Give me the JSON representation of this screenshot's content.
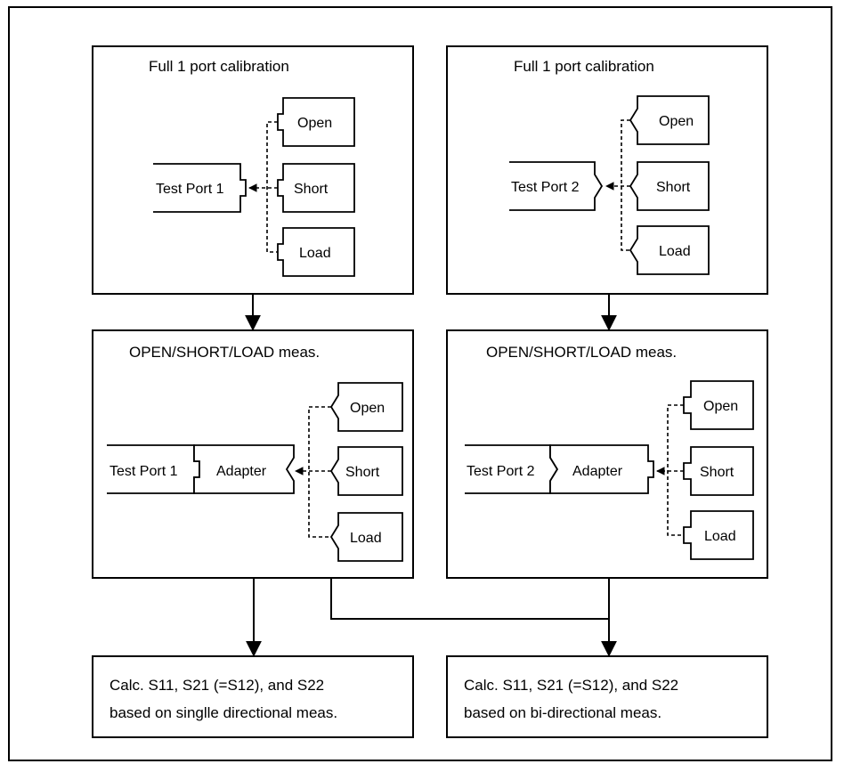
{
  "blocks": {
    "cal1_title": "Full 1 port calibration",
    "cal2_title": "Full 1 port calibration",
    "meas1_title": "OPEN/SHORT/LOAD meas.",
    "meas2_title": "OPEN/SHORT/LOAD meas.",
    "result1_line1": "Calc. S11, S21 (=S12), and S22",
    "result1_line2": "based on singlle directional meas.",
    "result2_line1": "Calc. S11, S21 (=S12), and S22",
    "result2_line2": "based on bi-directional meas."
  },
  "labels": {
    "test_port_1": "Test Port 1",
    "test_port_2": "Test Port 2",
    "adapter": "Adapter",
    "open": "Open",
    "short": "Short",
    "load": "Load"
  }
}
